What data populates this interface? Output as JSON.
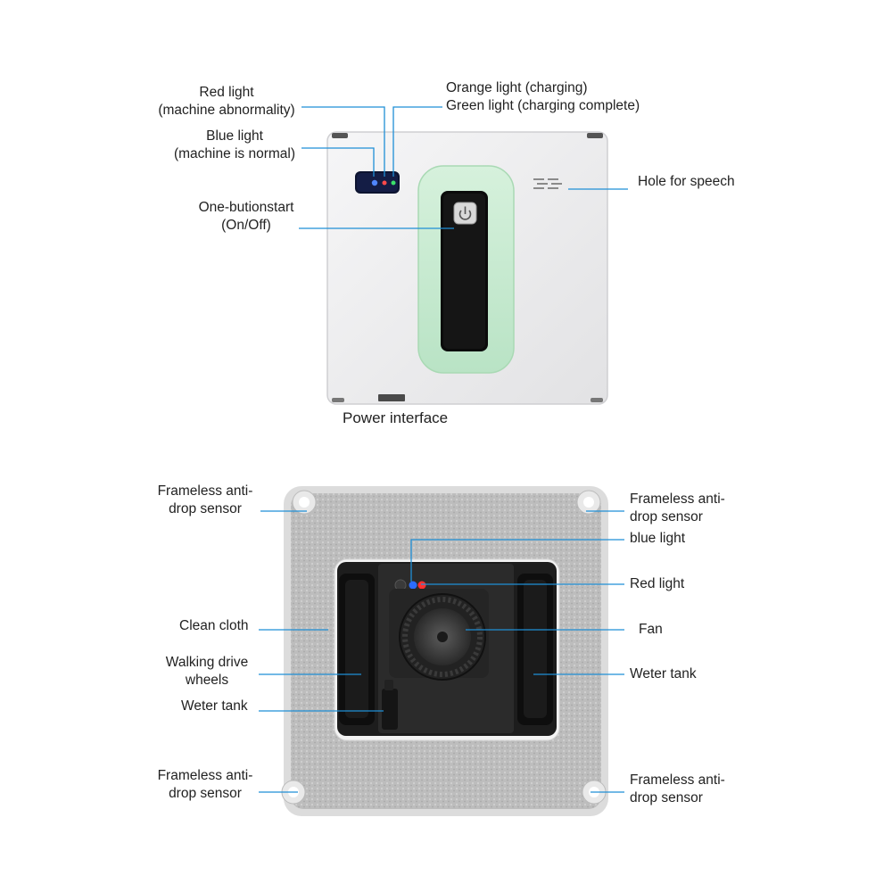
{
  "top_view": {
    "red_light": {
      "line1": "Red light",
      "line2": "(machine abnormality)"
    },
    "orange_light": "Orange light (charging)",
    "green_light": "Green light (charging complete)",
    "blue_light": {
      "line1": "Blue light",
      "line2": "(machine is normal)"
    },
    "one_button": {
      "line1": "One-butionstart",
      "line2": "(On/Off)"
    },
    "speech_hole": "Hole for speech",
    "power_interface": "Power interface"
  },
  "bottom_view": {
    "sensor_top_left": {
      "line1": "Frameless anti-",
      "line2": "drop sensor"
    },
    "sensor_top_right": {
      "line1": "Frameless anti-",
      "line2": "drop sensor"
    },
    "sensor_bottom_left": {
      "line1": "Frameless anti-",
      "line2": "drop sensor"
    },
    "sensor_bottom_right": {
      "line1": "Frameless anti-",
      "line2": "drop sensor"
    },
    "blue_light": "blue light",
    "red_light": "Red light",
    "clean_cloth": "Clean cloth",
    "fan": "Fan",
    "walking_wheels": {
      "line1": "Walking drive",
      "line2": "wheels"
    },
    "water_tank_left": "Weter tank",
    "water_tank_right": "Weter tank"
  },
  "colors": {
    "leader_line": "#1f8fd6",
    "led_blue": "#2a6cff",
    "led_red": "#ff3030",
    "led_green": "#22d14a",
    "window_green": "#c8ebd2",
    "body_white": "#eeeeef"
  }
}
